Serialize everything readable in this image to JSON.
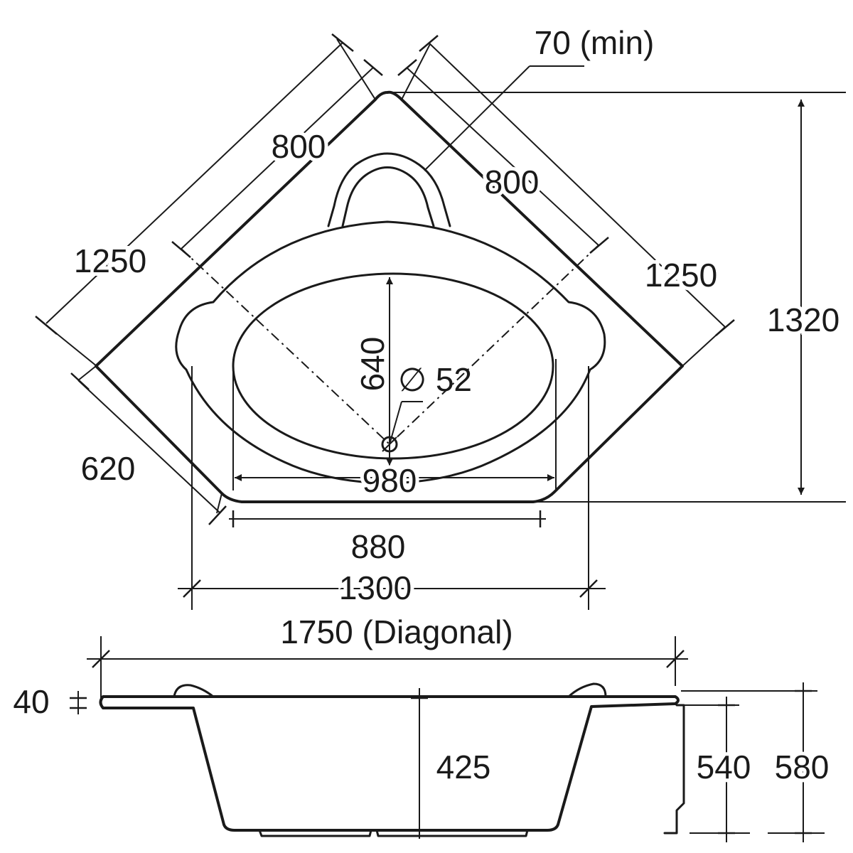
{
  "plan_view": {
    "dim_leg_outer_left": "1250",
    "dim_leg_inner_left": "800",
    "dim_leg_inner_right": "800",
    "dim_leg_outer_right": "1250",
    "dim_min_gap": "70 (min)",
    "dim_depth_total": "1320",
    "dim_bowl_depth": "640",
    "dim_waste_diameter": "∅ 52",
    "dim_side_panel": "620",
    "dim_bowl_width": "980",
    "dim_front_width": "880",
    "dim_overall_width": "1300"
  },
  "side_view": {
    "dim_diagonal": "1750 (Diagonal)",
    "dim_rim_thickness": "40",
    "dim_inner_depth": "425",
    "dim_panel_height": "540",
    "dim_total_height": "580"
  }
}
